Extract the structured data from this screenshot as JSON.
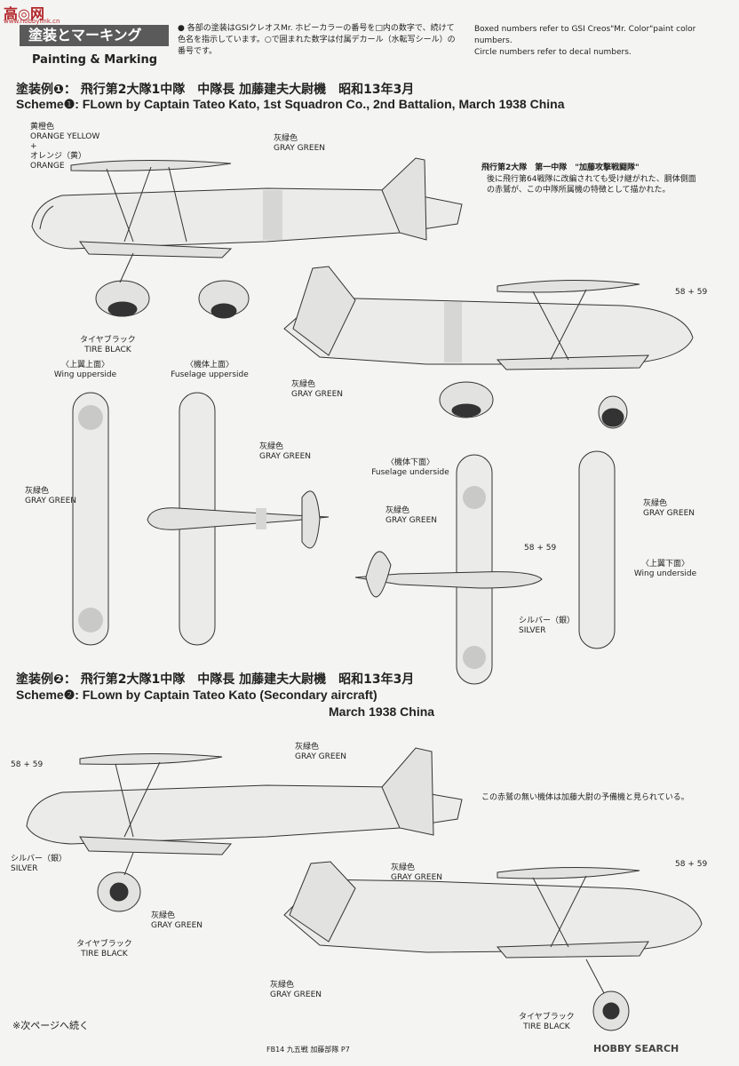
{
  "logo": {
    "text": "高◎网",
    "sub": "www.hobbylink.cn"
  },
  "header": {
    "title": "塗装とマーキング",
    "subtitle": "Painting & Marking",
    "note_jp": "各部の塗装はGSIクレオスMr. ホビーカラーの番号を□内の数字で、続けて色名を指示しています。○で囲まれた数字は付属デカール（水転写シール）の番号です。",
    "note_en_1": "Boxed numbers refer to GSI Creos\"Mr. Color\"paint color numbers.",
    "note_en_2": "Circle numbers refer to decal numbers."
  },
  "scheme1": {
    "jp": "塗装例❶： 飛行第2大隊1中隊　中隊長 加藤建夫大尉機　昭和13年3月",
    "en": "Scheme❶: FLown by Captain Tateo Kato, 1st Squadron Co., 2nd Battalion,  March 1938 China",
    "unit_title": "飛行第2大隊　第一中隊　\"加藤攻撃戦闘隊\"",
    "unit_note": "後に飛行第64戦隊に改編されても受け継がれた、胴体側面の赤鷲が、この中隊所属機の特徴として描かれた。"
  },
  "scheme2": {
    "jp": "塗装例❷： 飛行第2大隊1中隊　中隊長 加藤建夫大尉機　昭和13年3月",
    "en": "Scheme❷: FLown by Captain Tateo Kato (Secondary aircraft)",
    "en2": "March 1938 China",
    "note": "この赤鷲の無い機体は加藤大尉の予備機と見られている。"
  },
  "colors": {
    "c58": "黄橙色",
    "c58_en": "ORANGE YELLOW",
    "plus": "+",
    "c59": "オレンジ（黄）",
    "c59_en": "ORANGE",
    "c128": "灰緑色",
    "c128_en": "GRAY GREEN",
    "c137": "タイヤブラック",
    "c137_en": "TIRE BLACK",
    "c8": "シルバー（銀）",
    "c8_en": "SILVER",
    "c58_59": "58 + 59"
  },
  "views": {
    "wing_up_jp": "〈上翼上面〉",
    "wing_up_en": "Wing upperside",
    "fus_up_jp": "〈機体上面〉",
    "fus_up_en": "Fuselage upperside",
    "fus_under_jp": "〈機体下面〉",
    "fus_under_en": "Fuselage underside",
    "wing_under_jp": "〈上翼下面〉",
    "wing_under_en": "Wing underside"
  },
  "footer": {
    "continue": "※次ページへ続く",
    "page": "FB14 九五戦 加藤部隊 P7",
    "brand": "HOBBY SEARCH"
  }
}
